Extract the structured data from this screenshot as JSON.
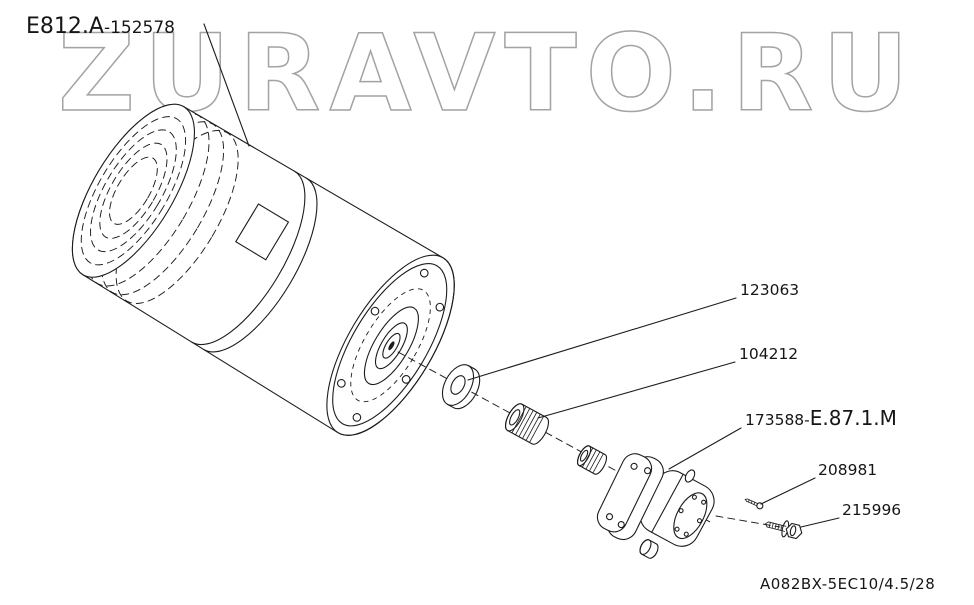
{
  "watermark": {
    "text": "ZURAVTO.RU"
  },
  "diagram": {
    "line_color": "#1c1c1c",
    "watermark_color": "#a3a3a3",
    "background": "#ffffff",
    "type": "exploded-parts-view",
    "main_part": "electric motor with gear pump drive"
  },
  "labels": {
    "assembly": {
      "code": "E812.A",
      "number": "-152578"
    },
    "washer": "123063",
    "bearing": "104212",
    "pump": {
      "number": "173588-",
      "code": "E.87.1.M"
    },
    "screw": "208981",
    "bolt": "215996",
    "footer": "A082BX-5EC10/4.5/28"
  }
}
